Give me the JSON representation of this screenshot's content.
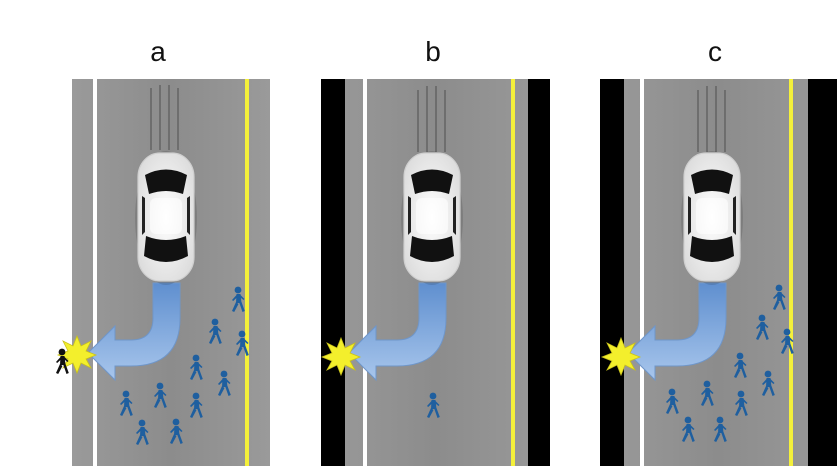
{
  "panels": [
    {
      "label": "a"
    },
    {
      "label": "b"
    },
    {
      "label": "c"
    }
  ],
  "colors": {
    "road": "#8a8a8a",
    "road_edge": "#a4a4a4",
    "white_line": "#ffffff",
    "yellow_line": "#f4f03a",
    "barrier": "#000000",
    "car_body": "#f6f6f6",
    "arrow": "#7ea6d8",
    "pedestrian": "#1f5f9f",
    "bystander": "#111111",
    "impact": "#f3ef2c"
  }
}
